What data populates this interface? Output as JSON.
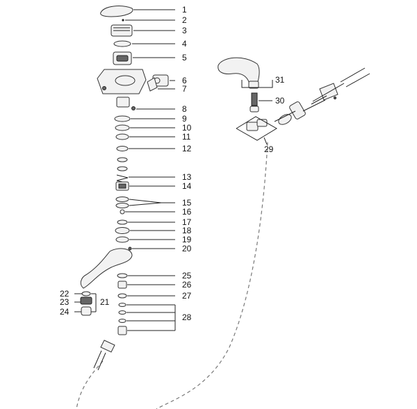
{
  "labels": {
    "p1": "1",
    "p2": "2",
    "p3": "3",
    "p4": "4",
    "p5": "5",
    "p6": "6",
    "p7": "7",
    "p8": "8",
    "p9": "9",
    "p10": "10",
    "p11": "11",
    "p12": "12",
    "p13": "13",
    "p14": "14",
    "p15": "15",
    "p16": "16",
    "p17": "17",
    "p18": "18",
    "p19": "19",
    "p20": "20",
    "p21": "21",
    "p22": "22",
    "p23": "23",
    "p24": "24",
    "p25": "25",
    "p26": "26",
    "p27": "27",
    "p28": "28",
    "p29": "29",
    "p30": "30",
    "p31": "31"
  }
}
